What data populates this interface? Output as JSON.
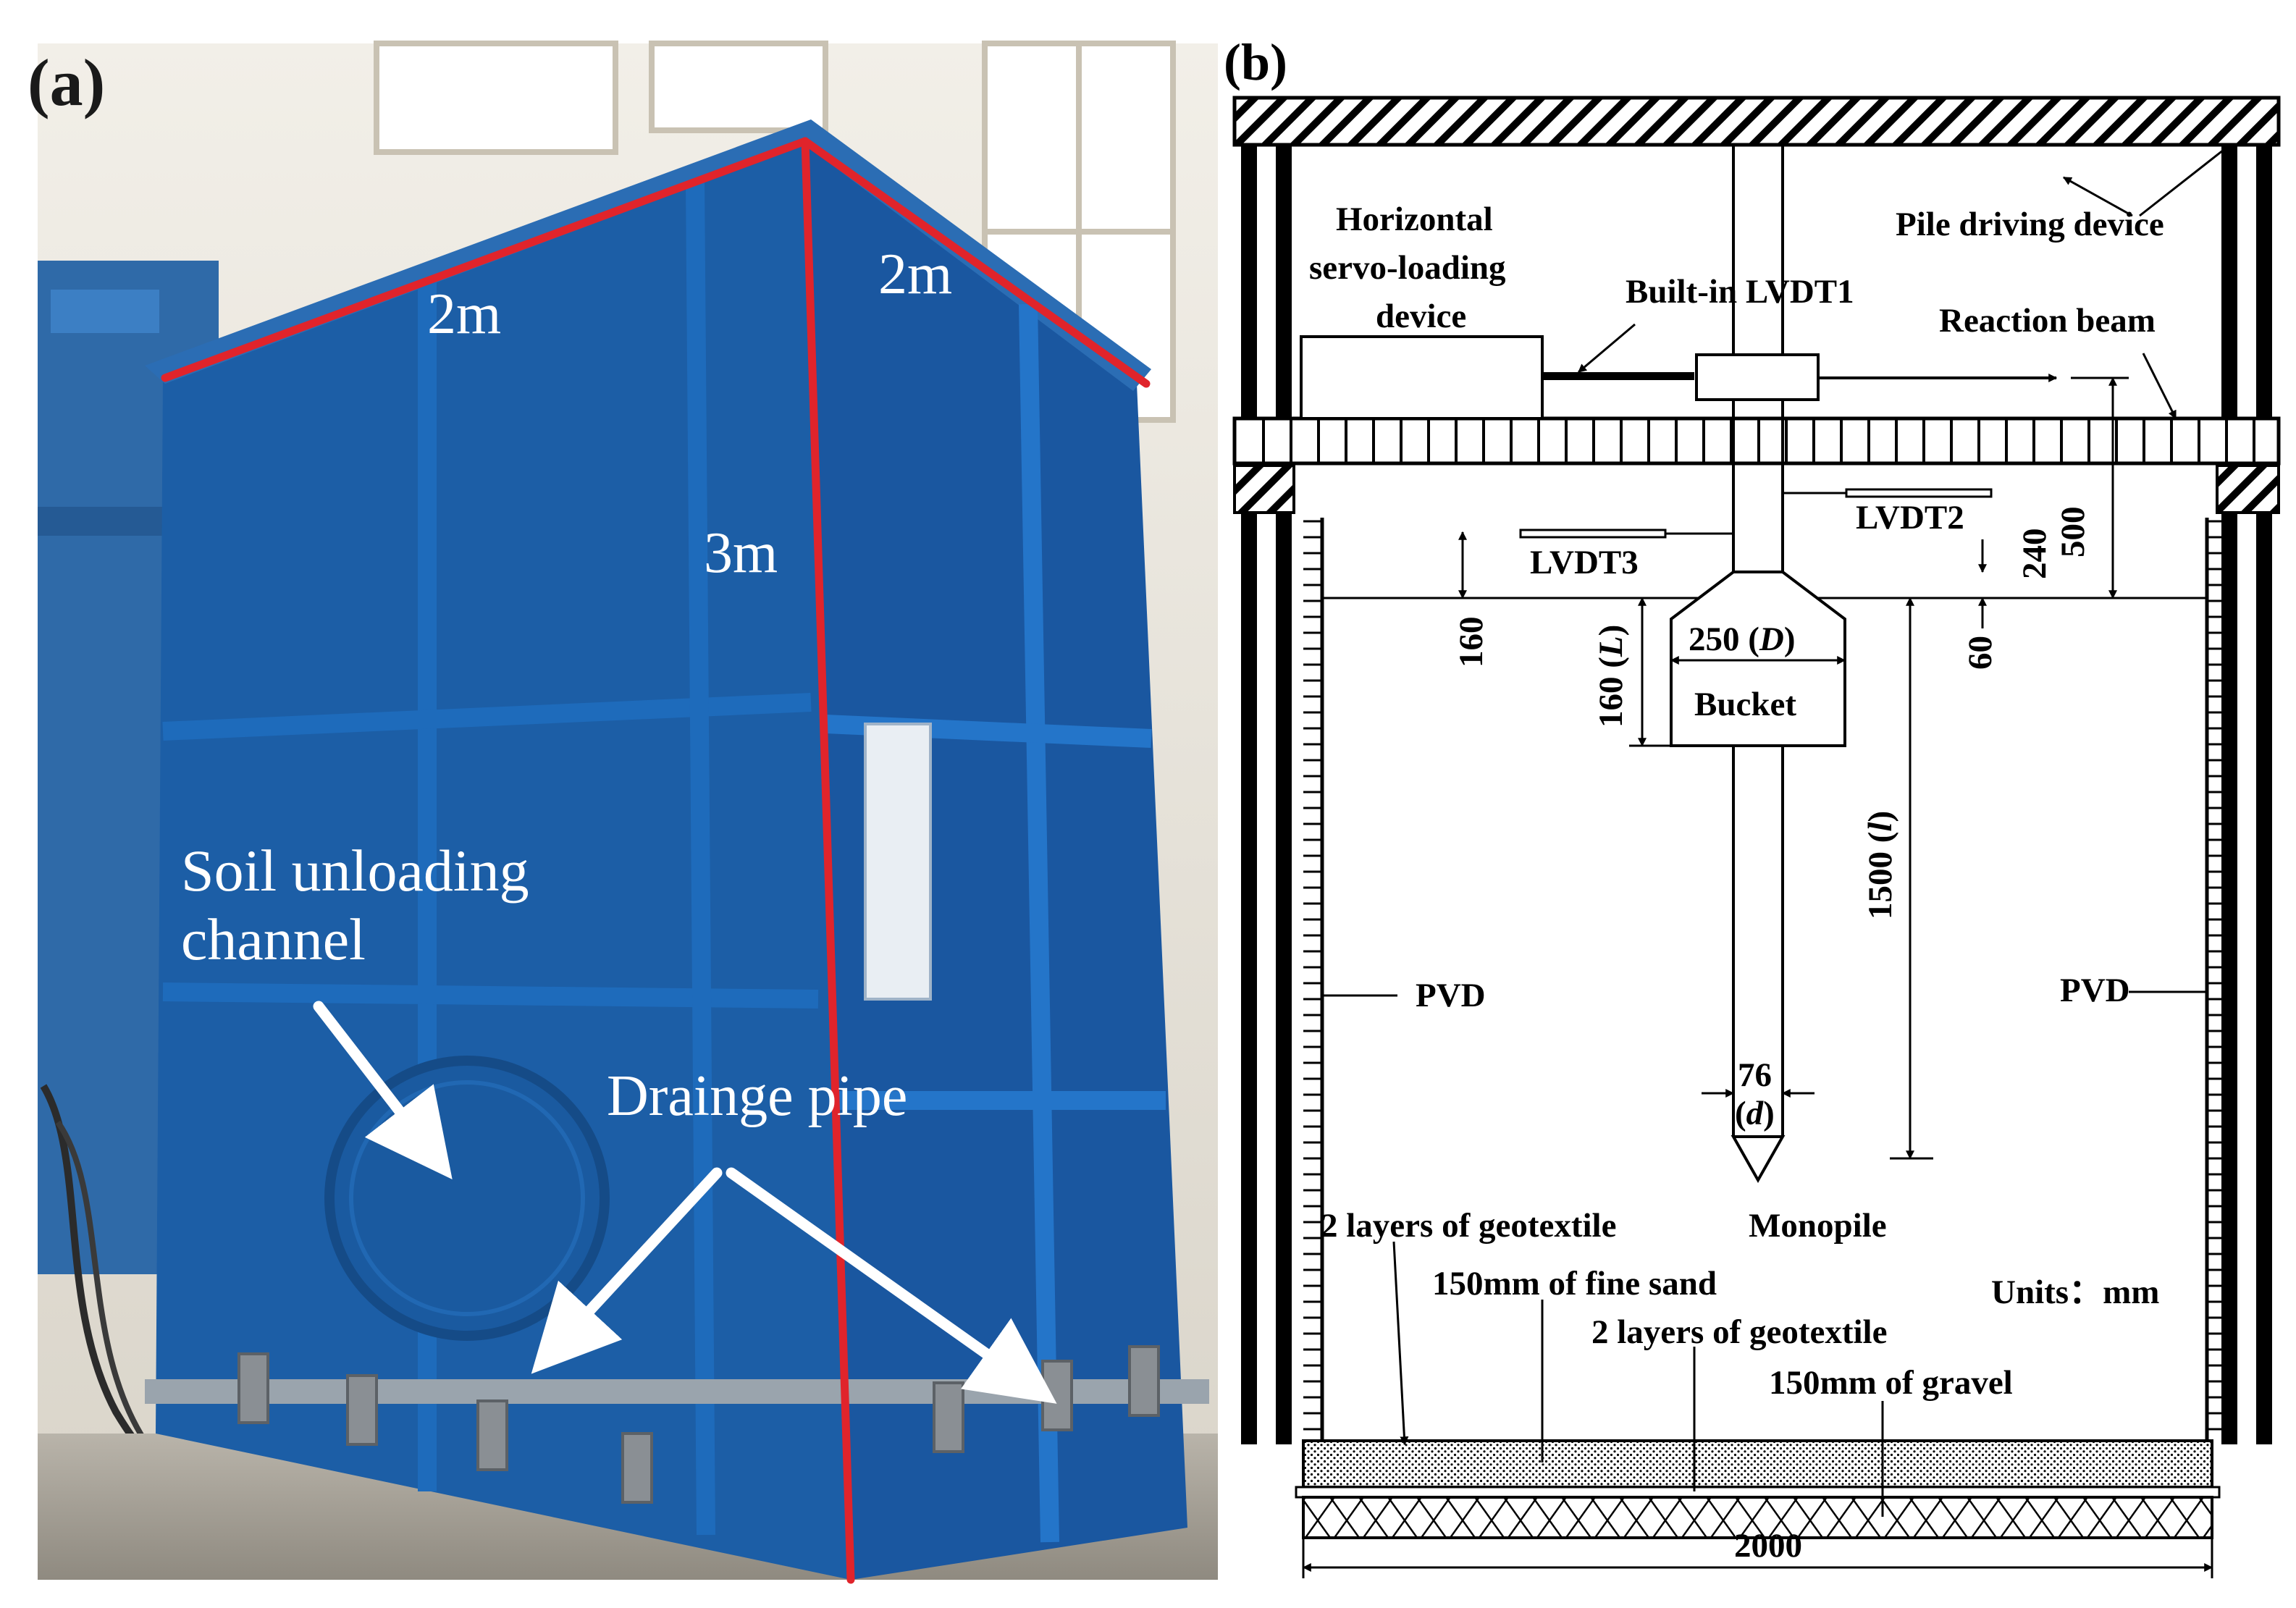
{
  "panel_a": {
    "tag": "(a)",
    "dimension_width": "2m",
    "dimension_depth": "2m",
    "dimension_height": "3m",
    "soil_channel_line1": "Soil unloading",
    "soil_channel_line2": "channel",
    "drainage_label": "Drainge pipe",
    "colors": {
      "tank_blue": "#1c5ea6",
      "measure_red": "#e0242b",
      "arrow_white": "#ffffff"
    }
  },
  "panel_b": {
    "tag": "(b)",
    "pile_driving_device": "Pile driving device",
    "servo_line1": "Horizontal",
    "servo_line2": "servo-loading",
    "servo_line3": "device",
    "lvdt1": "Built-in LVDT1",
    "reaction_beam": "Reaction beam",
    "lvdt2": "LVDT2",
    "lvdt3": "LVDT3",
    "dim_500": "500",
    "dim_240": "240",
    "dim_60": "60",
    "dim_160_left": "160",
    "dim_160_L": "160 (",
    "dim_L": "L",
    "dim_close": ")",
    "dim_250": "250 (",
    "dim_D": "D",
    "bucket": "Bucket",
    "dim_1500": "1500 (",
    "dim_l": "l",
    "dim_76": "76",
    "dim_d_open": "(",
    "dim_d": "d",
    "pvd_left": "PVD",
    "pvd_right": "PVD",
    "monopile": "Monopile",
    "geotextile_1": "2 layers of geotextile",
    "fine_sand": "150mm of fine sand",
    "geotextile_2": "2 layers of geotextile",
    "gravel": "150mm of gravel",
    "units": "Units：mm",
    "dim_2000": "2000"
  }
}
